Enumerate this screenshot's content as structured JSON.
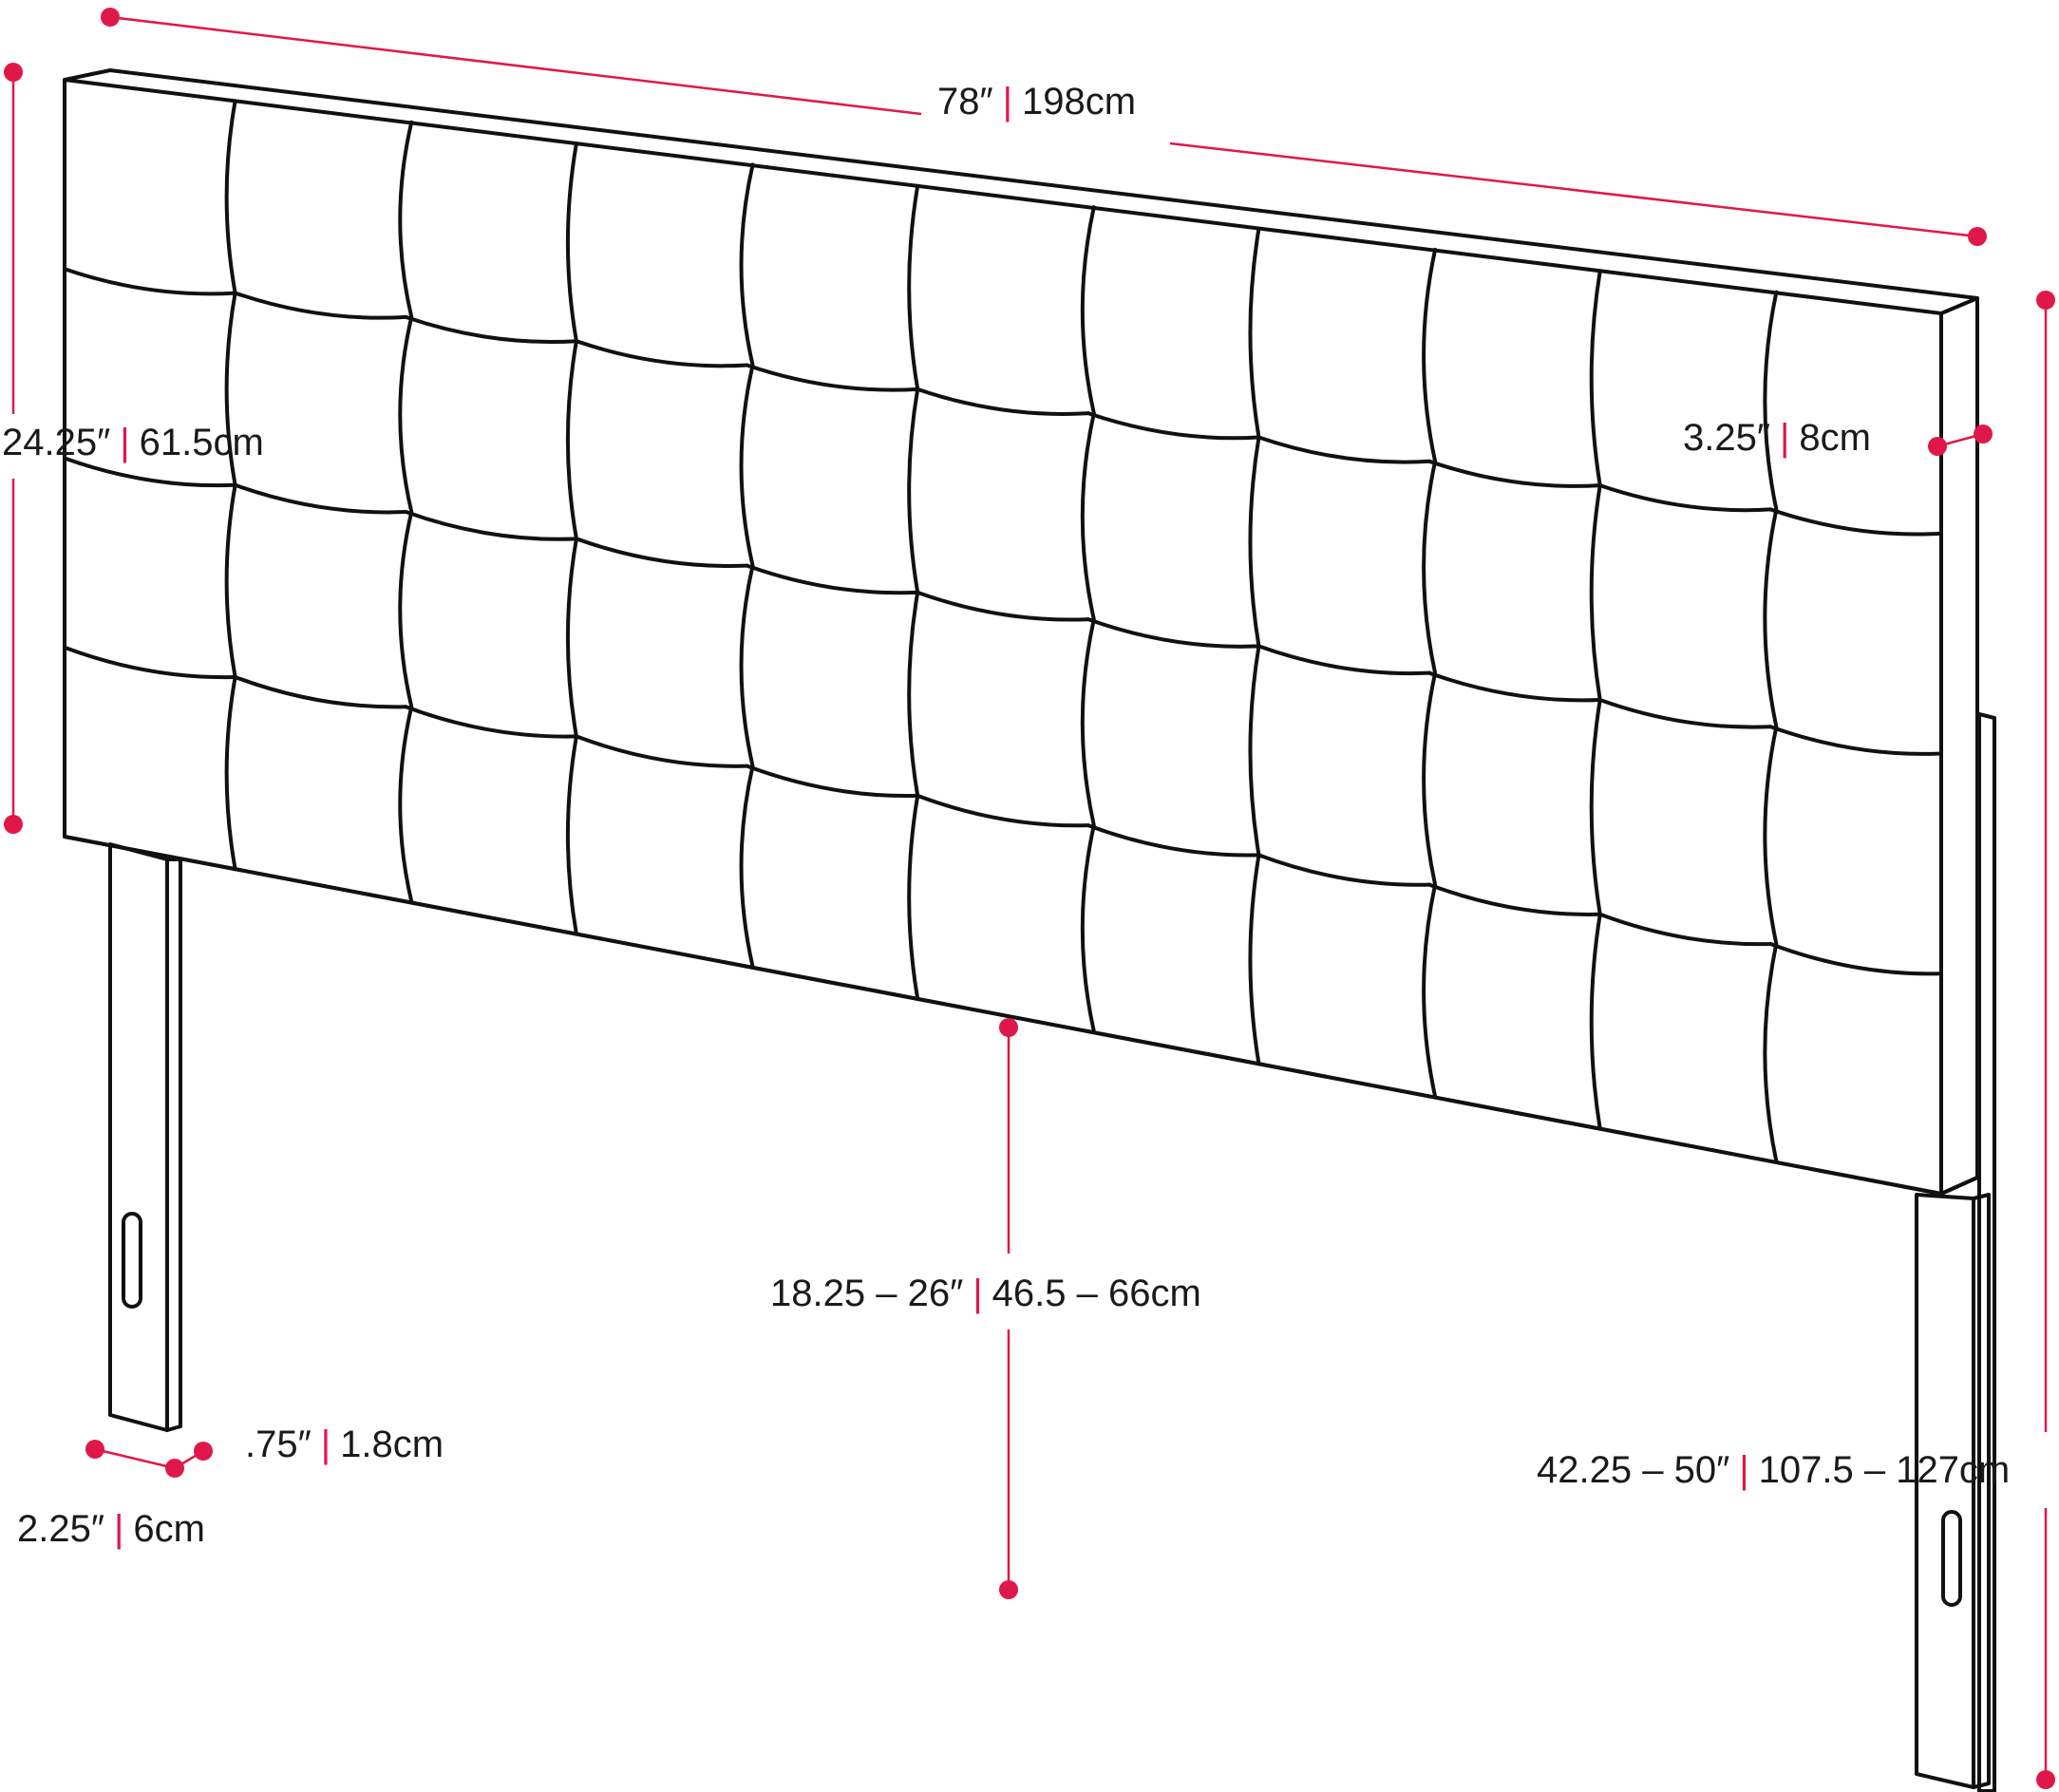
{
  "colors": {
    "accent": "#e0184a",
    "outline": "#111111",
    "text": "#1a1a1a",
    "background": "#ffffff"
  },
  "dimensions": {
    "width": {
      "imperial": "78″",
      "metric": "198cm"
    },
    "panel_height": {
      "imperial": "24.25″",
      "metric": "61.5cm"
    },
    "depth": {
      "imperial": "3.25″",
      "metric": "8cm"
    },
    "floor_clearance": {
      "imperial": "18.25 – 26″",
      "metric": "46.5 – 66cm"
    },
    "leg_thickness": {
      "imperial": ".75″",
      "metric": "1.8cm"
    },
    "leg_width": {
      "imperial": "2.25″",
      "metric": "6cm"
    },
    "total_height": {
      "imperial": "42.25 – 50″",
      "metric": "107.5 – 127cm"
    }
  }
}
